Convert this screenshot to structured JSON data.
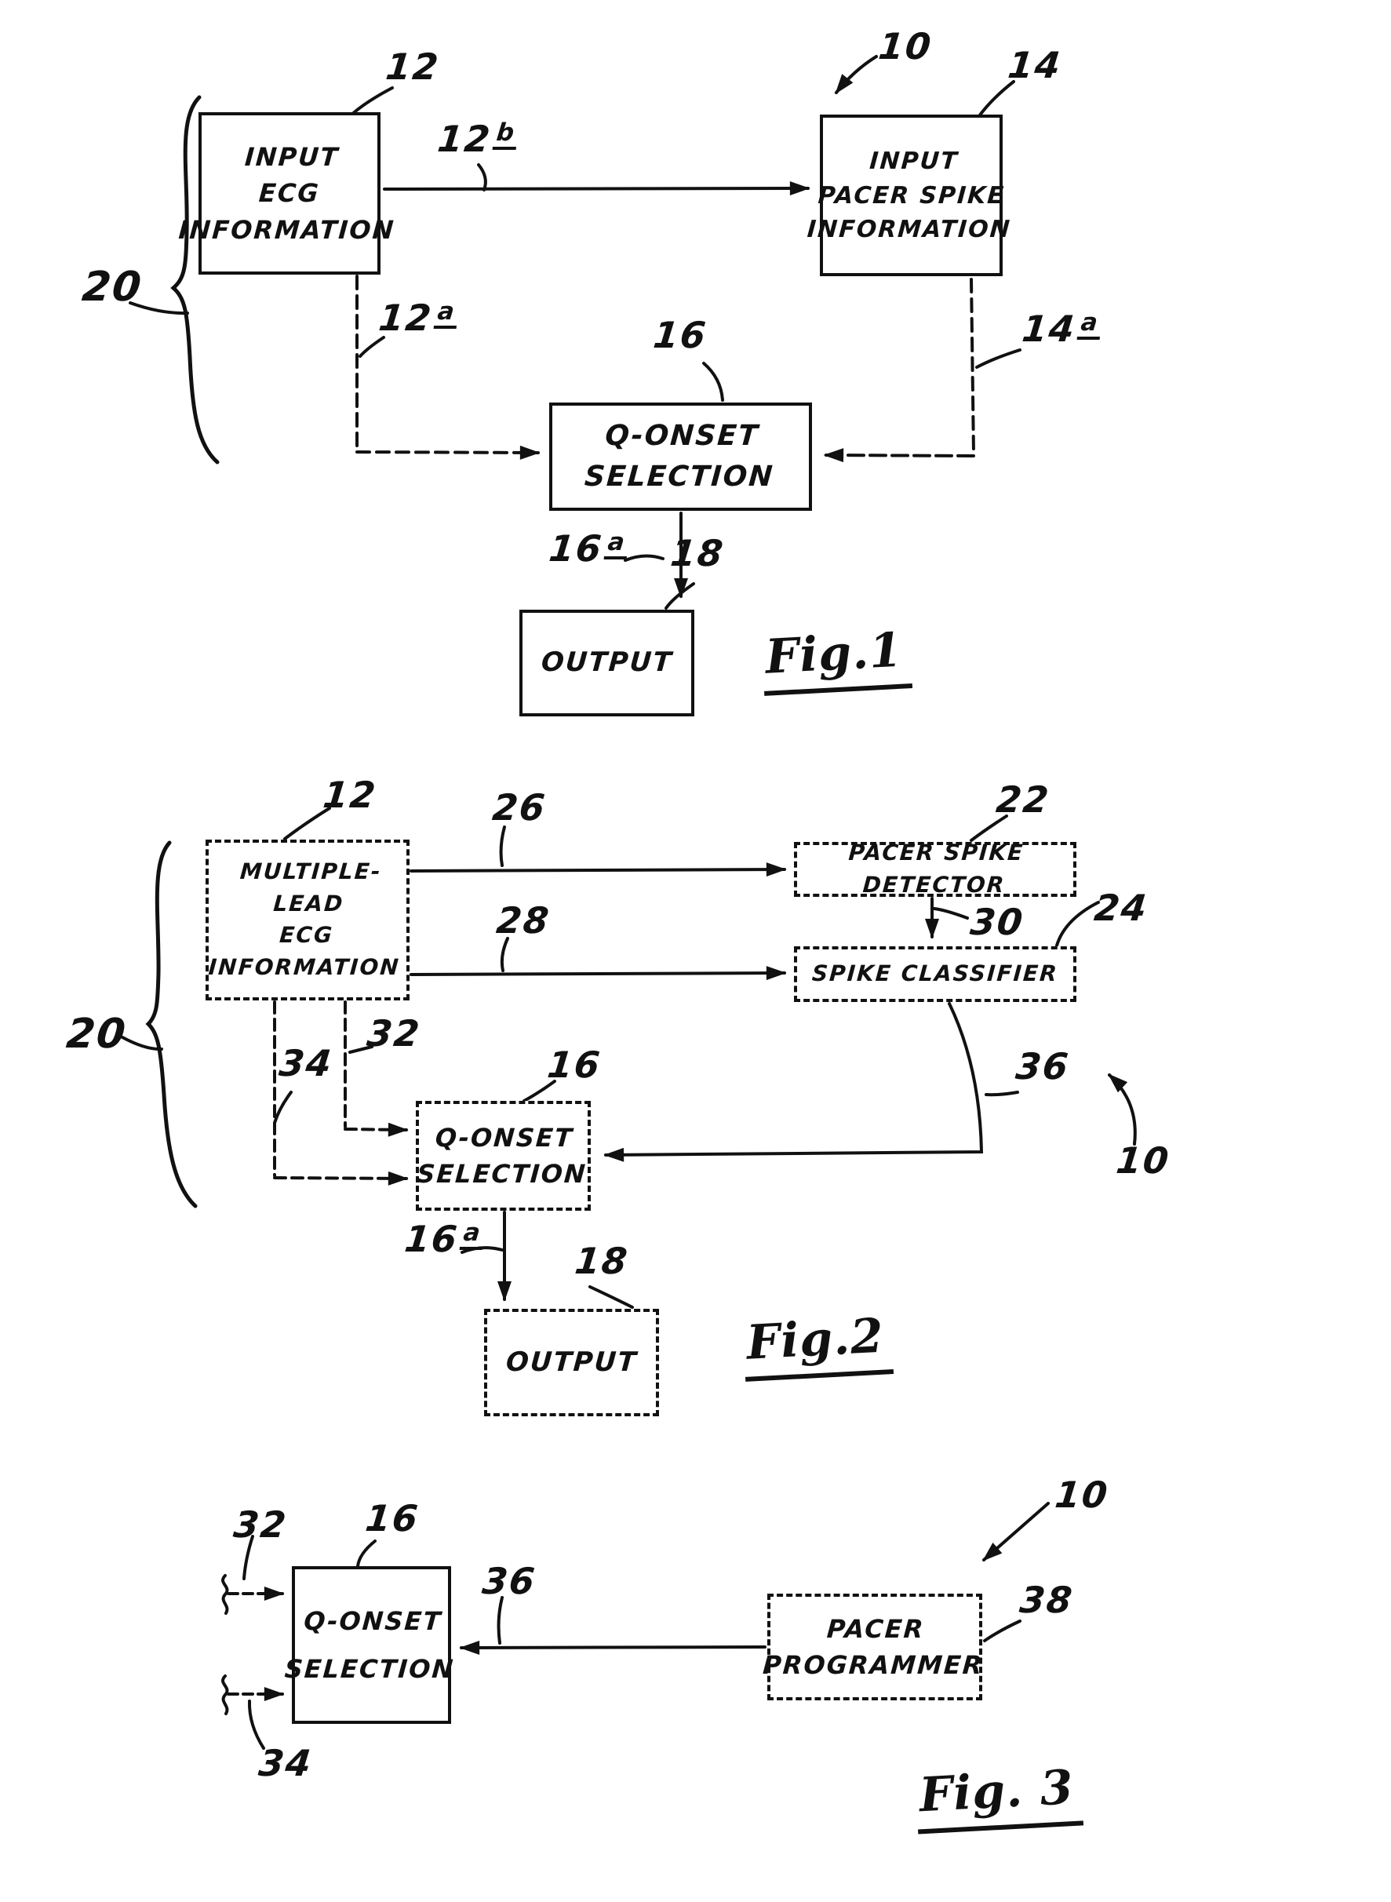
{
  "colors": {
    "ink": "#111111",
    "paper": "#ffffff"
  },
  "fig1": {
    "caption": "Fig.1",
    "brace_ref": "20",
    "box12": "INPUT\nECG\nINFORMATION",
    "box14": "INPUT\nPACER SPIKE\nINFORMATION",
    "box16": "Q-ONSET\nSELECTION",
    "box18": "OUTPUT",
    "ref10": "10",
    "ref12": "12",
    "ref14": "14",
    "ref16": "16",
    "ref18": "18",
    "ref12a": {
      "num": "12",
      "sup": "a"
    },
    "ref12b": {
      "num": "12",
      "sup": "b"
    },
    "ref14a": {
      "num": "14",
      "sup": "a"
    },
    "ref16a": {
      "num": "16",
      "sup": "a"
    }
  },
  "fig2": {
    "caption": "Fig.2",
    "brace_ref": "20",
    "box12": "MULTIPLE-LEAD\nECG\nINFORMATION",
    "box22": "PACER SPIKE DETECTOR",
    "box24": "SPIKE CLASSIFIER",
    "box16": "Q-ONSET\nSELECTION",
    "box18": "OUTPUT",
    "ref10": "10",
    "ref12": "12",
    "ref16": "16",
    "ref18": "18",
    "ref22": "22",
    "ref24": "24",
    "ref26": "26",
    "ref28": "28",
    "ref30": "30",
    "ref32": "32",
    "ref34": "34",
    "ref36": "36",
    "ref16a": {
      "num": "16",
      "sup": "a"
    }
  },
  "fig3": {
    "caption": "Fig. 3",
    "box16": "Q-ONSET\nSELECTION",
    "box38": "PACER\nPROGRAMMER",
    "ref10": "10",
    "ref16": "16",
    "ref32": "32",
    "ref34": "34",
    "ref36": "36",
    "ref38": "38"
  }
}
